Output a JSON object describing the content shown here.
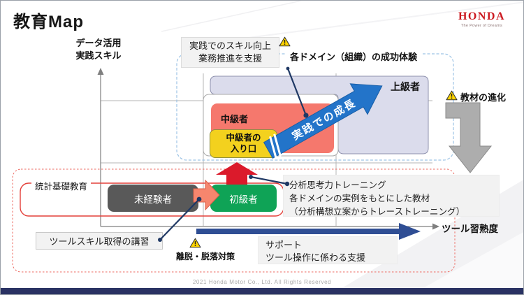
{
  "slide": {
    "title": "教育Map",
    "footer": "2021  Honda Motor Co., Ltd. All  Rights Reserved"
  },
  "logo": {
    "brand": "HONDA",
    "tagline": "The Power of Dreams"
  },
  "axes": {
    "y_label": "データ活用\n実践スキル",
    "x_label": "ツール習熟度"
  },
  "levels": {
    "advanced": "上級者",
    "intermediate": "中級者",
    "intermediate_entry": "中級者の\n入り口",
    "beginner": "初級者",
    "inexperienced": "未経験者"
  },
  "annotations": {
    "practice_support": "実践でのスキル向上\n業務推進を支援",
    "domain_success": "各ドメイン（組織）の成功体験",
    "growth_arrow": "実践での成長",
    "material_evolution": "教材の進化",
    "stats_basic": "統計基礎教育",
    "analysis_training": "分析思考力トレーニング\n各ドメインの実例をもとにした教材\n（分析構想立案からトレーストレーニング）",
    "tool_training": "ツールスキル取得の講習",
    "dropout": "離脱・脱落対策",
    "support": "サポート\nツール操作に係わる支援"
  },
  "icons": {
    "warning": "triangle-exclamation"
  },
  "colors": {
    "honda_red": "#cc1a21",
    "growth_arrow_blue": "#2374c9",
    "navy_accent": "#1f3864",
    "bottom_arrow_navy": "#2f4e94",
    "intermediate_salmon": "#f5786d",
    "entry_yellow": "#f3d11e",
    "beginner_green": "#0fa356",
    "inexperienced_gray": "#595959",
    "advanced_lavender": "#dbdcec",
    "red_outline": "#e3403a",
    "red_dashed": "#ed6a62",
    "blue_dashed": "#9cc3e5",
    "up_arrow_red": "#db1a2b",
    "step_arrow_salmon": "#f6866e",
    "bent_arrow_gray": "#adadad",
    "warning_yellow": "#ffd400",
    "bottom_bar_navy": "#2a3263"
  }
}
